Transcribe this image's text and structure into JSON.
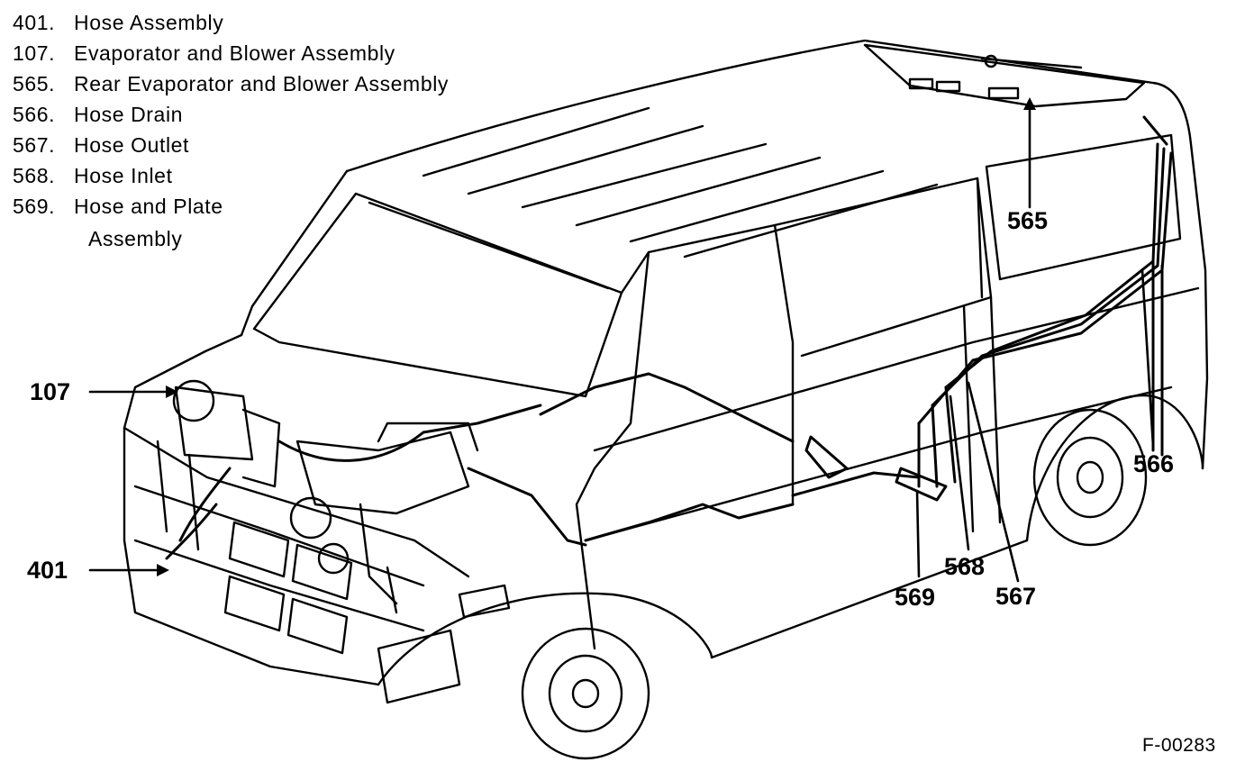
{
  "legend": [
    {
      "num": "401.",
      "label": "Hose Assembly"
    },
    {
      "num": "107.",
      "label": "Evaporator and Blower Assembly"
    },
    {
      "num": "565.",
      "label": "Rear Evaporator and Blower Assembly"
    },
    {
      "num": "566.",
      "label": "Hose Drain"
    },
    {
      "num": "567.",
      "label": "Hose Outlet"
    },
    {
      "num": "568.",
      "label": "Hose Inlet"
    },
    {
      "num": "569.",
      "label": "Hose and Plate"
    }
  ],
  "legend_continuation": "Assembly",
  "callouts": {
    "c107": "107",
    "c401": "401",
    "c565": "565",
    "c566": "566",
    "c567": "567",
    "c568": "568",
    "c569": "569"
  },
  "figure_id": "F-00283",
  "colors": {
    "ink": "#000000",
    "paper": "#ffffff"
  }
}
